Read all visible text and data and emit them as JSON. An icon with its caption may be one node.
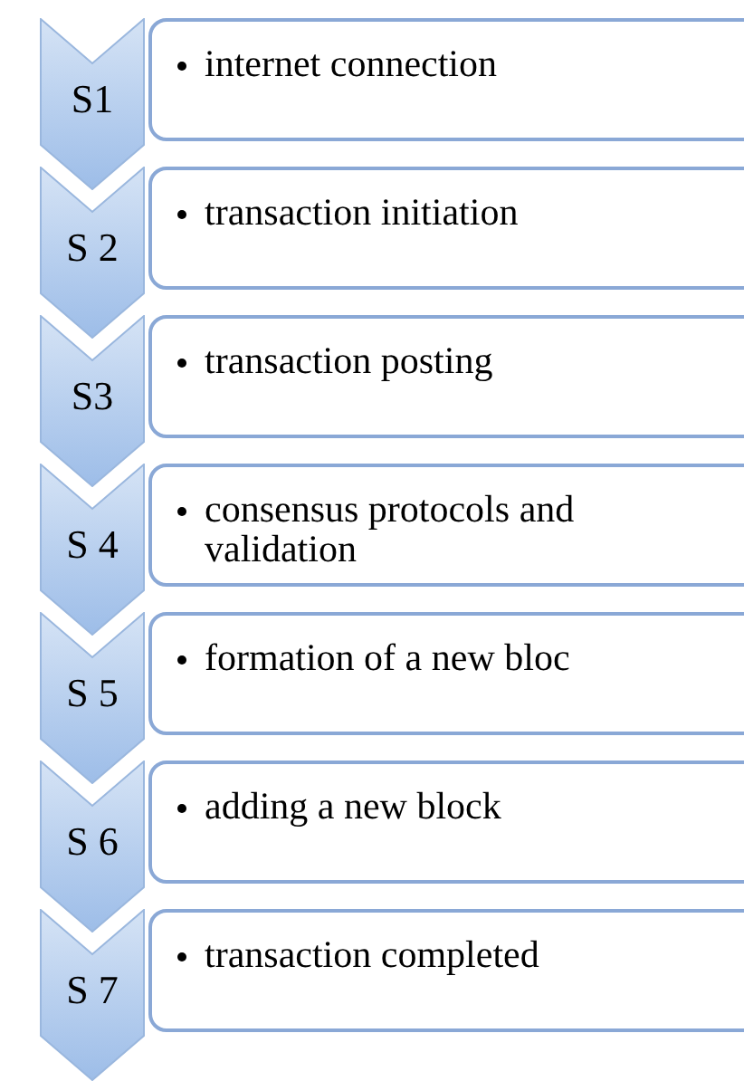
{
  "diagram": {
    "nodes": [
      {
        "text": [
          "S1"
        ]
      },
      {
        "text": [
          "internet connection"
        ]
      },
      {
        "text": [
          "S 2"
        ]
      },
      {
        "text": [
          "transaction initiation"
        ]
      },
      {
        "text": [
          "S3"
        ]
      },
      {
        "text": [
          "transaction posting"
        ]
      },
      {
        "text": [
          "S 4"
        ]
      },
      {
        "text": [
          "consensus protocols and validation"
        ]
      },
      {
        "text": [
          "S 5"
        ]
      },
      {
        "text": [
          "formation of a new bloc"
        ]
      },
      {
        "text": [
          "S 6"
        ]
      },
      {
        "text": [
          "adding a new block"
        ]
      },
      {
        "text": [
          "S 7"
        ]
      },
      {
        "text": [
          "transaction completed"
        ]
      }
    ]
  }
}
